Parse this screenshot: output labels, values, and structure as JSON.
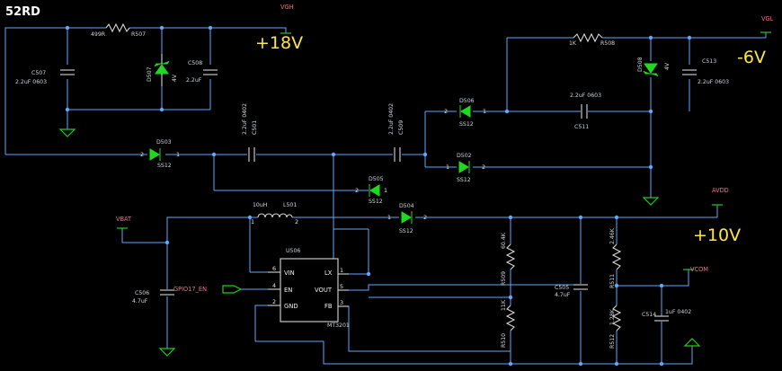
{
  "title": "52RD",
  "rails": {
    "pos18": "+18V",
    "neg6": "-6V",
    "pos10": "+10V"
  },
  "nets": {
    "vgh": "VGH",
    "vgl": "VGL",
    "avdd": "AVDD",
    "vbat": "VBAT",
    "vcom": "VCOM",
    "gpio": "GPIO17_EN"
  },
  "resistors": {
    "r507": {
      "ref": "R507",
      "value": "499R"
    },
    "r508": {
      "ref": "R508",
      "value": "1K"
    },
    "r509": {
      "ref": "R509",
      "value": "60.4K"
    },
    "r510": {
      "ref": "R510",
      "value": "11K"
    },
    "r511": {
      "ref": "R511",
      "value": "2.46K"
    },
    "r512": {
      "ref": "R512",
      "value": "1.28K"
    }
  },
  "capacitors": {
    "c507": {
      "ref": "C507",
      "value": "2.2uF 0603"
    },
    "c508": {
      "ref": "C508",
      "value": "2.2uF"
    },
    "c513": {
      "ref": "C513",
      "value": "2.2uF 0603"
    },
    "c511": {
      "ref": "C511",
      "value": "2.2uF 0603"
    },
    "c501": {
      "ref": "C501",
      "value": "2.2uF 0402"
    },
    "c509": {
      "ref": "C509",
      "value": "2.2uF 0402"
    },
    "c506": {
      "ref": "C506",
      "value": "4.7uF"
    },
    "c505": {
      "ref": "C505",
      "value": "4.7uF"
    },
    "c514": {
      "ref": "C514",
      "value": "1uF 0402"
    }
  },
  "diodes": {
    "d503": {
      "ref": "D503",
      "part": "SS12"
    },
    "d505": {
      "ref": "D505",
      "part": "SS12"
    },
    "d504": {
      "ref": "D504",
      "part": "SS12"
    },
    "d506": {
      "ref": "D506",
      "part": "SS12"
    },
    "d502": {
      "ref": "D502",
      "part": "SS12"
    },
    "d507": {
      "ref": "D507",
      "part": "4V"
    },
    "d508": {
      "ref": "D508",
      "part": "4V"
    }
  },
  "inductor": {
    "ref": "L501",
    "value": "10uH"
  },
  "ic": {
    "ref": "U506",
    "part": "MT3201",
    "pins": [
      {
        "num": "6",
        "name": "VIN"
      },
      {
        "num": "4",
        "name": "EN"
      },
      {
        "num": "2",
        "name": "GND"
      },
      {
        "num": "1",
        "name": "LX"
      },
      {
        "num": "5",
        "name": "VOUT"
      },
      {
        "num": "3",
        "name": "FB"
      }
    ]
  },
  "pin_numbers": {
    "one": "1",
    "two": "2"
  }
}
